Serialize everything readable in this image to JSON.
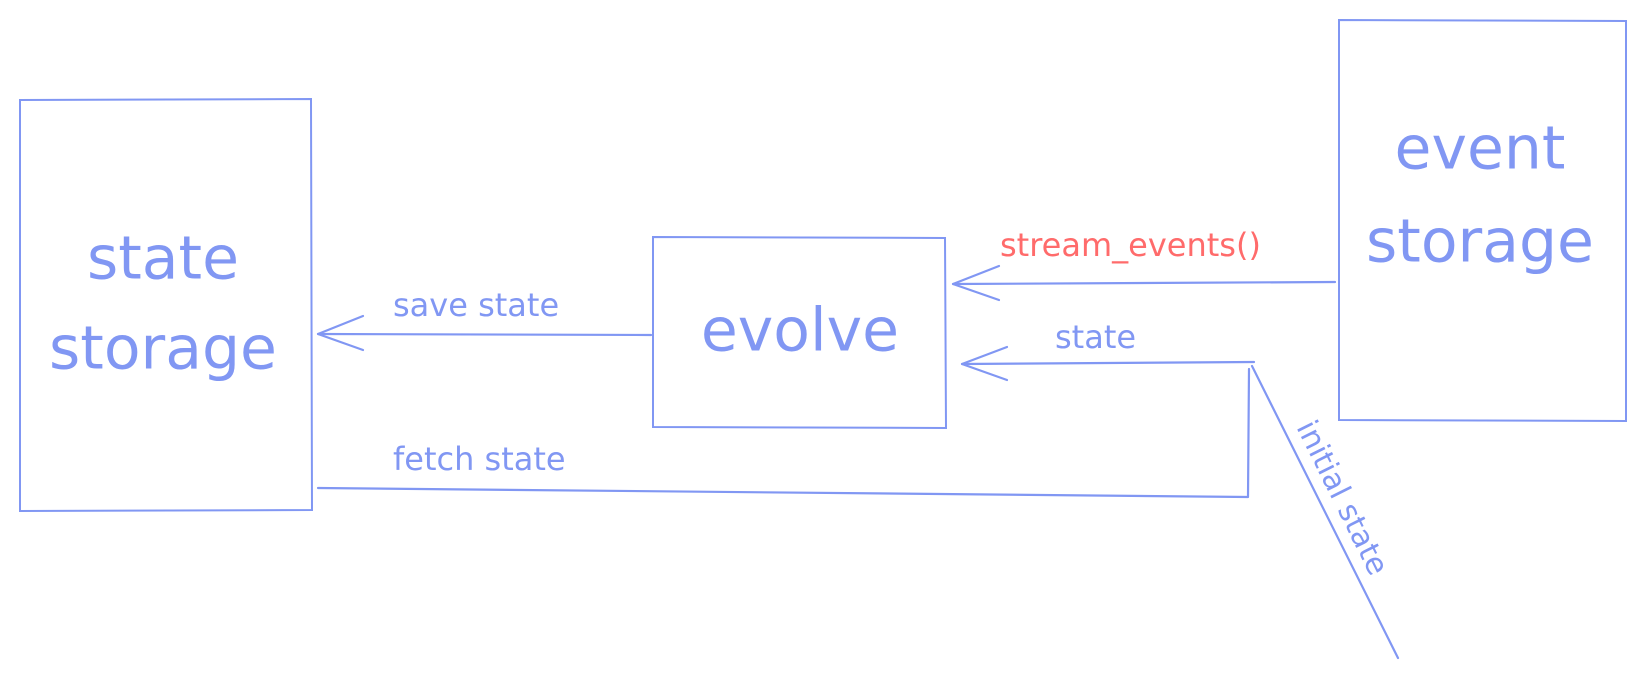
{
  "colors": {
    "stroke": "#8197f3",
    "text": "#8197f3",
    "highlight": "#ff6b6b",
    "background": "#ffffff"
  },
  "nodes": {
    "state_storage": {
      "line1": "state",
      "line2": "storage"
    },
    "evolve": {
      "label": "evolve"
    },
    "event_storage": {
      "line1": "event",
      "line2": "storage"
    }
  },
  "edges": {
    "save_state": {
      "label": "save state",
      "from": "evolve",
      "to": "state_storage"
    },
    "stream_events": {
      "label": "stream_events()",
      "from": "event_storage",
      "to": "evolve"
    },
    "state": {
      "label": "state",
      "to": "evolve"
    },
    "fetch_state": {
      "label": "fetch state",
      "from": "state_storage"
    },
    "initial_state": {
      "label": "initial state"
    }
  }
}
